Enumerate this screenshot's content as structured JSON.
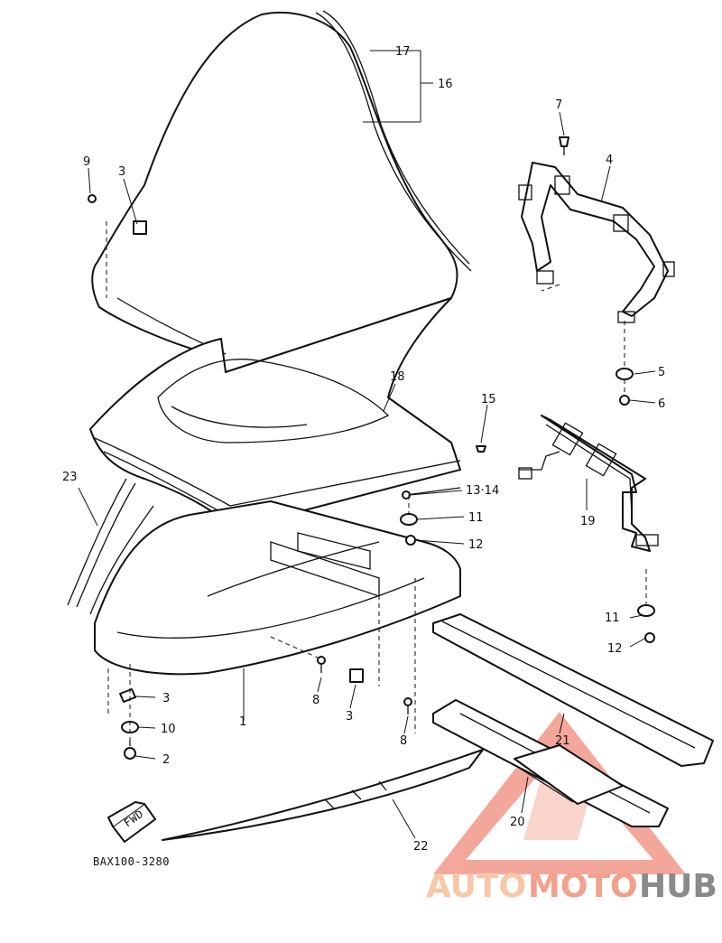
{
  "diagram_code": "BAX100-3280",
  "direction_marker": "FWD",
  "watermark": {
    "part1": "AUTO",
    "part2": "MOTO",
    "part3": "HUB",
    "colors": {
      "auto": "#f7c7a8",
      "moto": "#f3a08c",
      "hub": "#8a8a8a",
      "logo": "#f08a7a"
    }
  },
  "callouts": {
    "c1": "1",
    "c2": "2",
    "c3a": "3",
    "c3b": "3",
    "c3c": "3",
    "c4": "4",
    "c5": "5",
    "c6": "6",
    "c7": "7",
    "c8a": "8",
    "c8b": "8",
    "c9": "9",
    "c10": "10",
    "c11a": "11",
    "c11b": "11",
    "c12a": "12",
    "c12b": "12",
    "c13": "13·14",
    "c15": "15",
    "c16": "16",
    "c17": "17",
    "c18": "18",
    "c19": "19",
    "c20": "20",
    "c21": "21",
    "c22": "22",
    "c23": "23"
  }
}
